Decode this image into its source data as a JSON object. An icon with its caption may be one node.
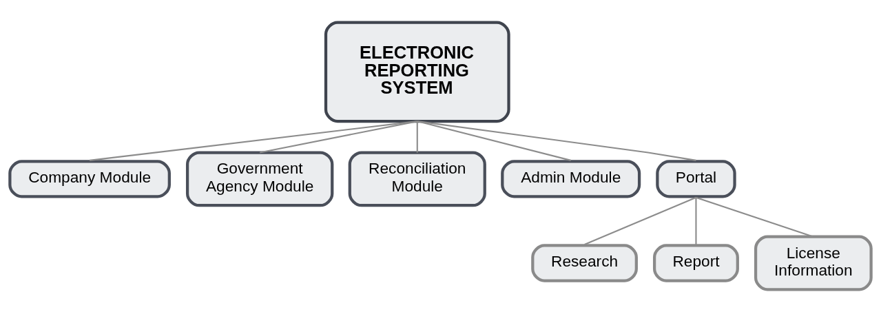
{
  "diagram": {
    "nodes": [
      {
        "text": [
          "ELECTRONIC REPORTING SYSTEM"
        ]
      },
      {
        "text": [
          "Company Module"
        ]
      },
      {
        "text": [
          "Government Agency Module"
        ]
      },
      {
        "text": [
          "Reconciliation Module"
        ]
      },
      {
        "text": [
          "Admin Module"
        ]
      },
      {
        "text": [
          "Portal"
        ]
      },
      {
        "text": [
          "Research"
        ]
      },
      {
        "text": [
          "Report"
        ]
      },
      {
        "text": [
          "License Information"
        ]
      }
    ],
    "edges": [
      {
        "from": 0,
        "to": 1,
        "arrow": "none"
      },
      {
        "from": 0,
        "to": 2,
        "arrow": "none"
      },
      {
        "from": 0,
        "to": 3,
        "arrow": "none"
      },
      {
        "from": 0,
        "to": 4,
        "arrow": "none"
      },
      {
        "from": 0,
        "to": 5,
        "arrow": "none"
      },
      {
        "from": 5,
        "to": 6,
        "arrow": "none"
      },
      {
        "from": 5,
        "to": 7,
        "arrow": "none"
      },
      {
        "from": 5,
        "to": 8,
        "arrow": "none"
      }
    ]
  }
}
